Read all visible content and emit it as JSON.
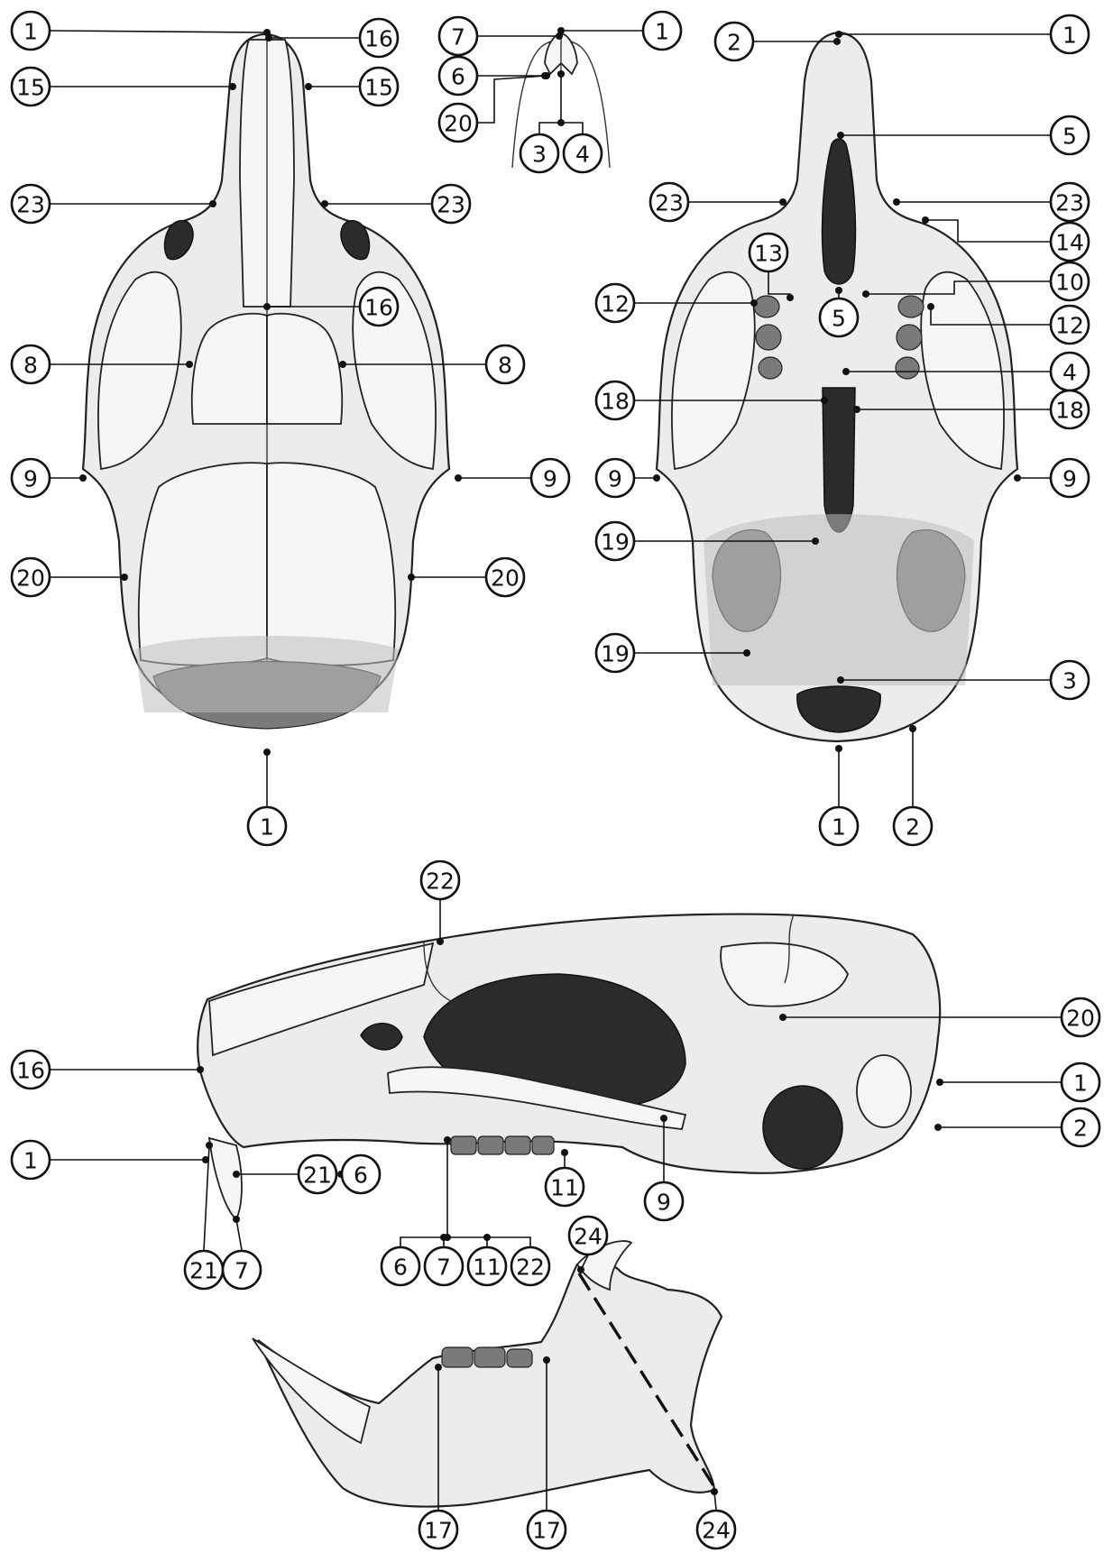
{
  "figure": {
    "views": [
      "dorsal",
      "ventral",
      "anterior-detail",
      "lateral",
      "mandible"
    ]
  },
  "callouts": {
    "dorsal": [
      {
        "n": "1"
      },
      {
        "n": "16"
      },
      {
        "n": "15"
      },
      {
        "n": "15"
      },
      {
        "n": "23"
      },
      {
        "n": "23"
      },
      {
        "n": "16"
      },
      {
        "n": "8"
      },
      {
        "n": "8"
      },
      {
        "n": "9"
      },
      {
        "n": "9"
      },
      {
        "n": "20"
      },
      {
        "n": "20"
      },
      {
        "n": "1"
      }
    ],
    "detail": [
      {
        "n": "7"
      },
      {
        "n": "1"
      },
      {
        "n": "6"
      },
      {
        "n": "20"
      },
      {
        "n": "3"
      },
      {
        "n": "4"
      }
    ],
    "ventral": [
      {
        "n": "2"
      },
      {
        "n": "1"
      },
      {
        "n": "5"
      },
      {
        "n": "23"
      },
      {
        "n": "23"
      },
      {
        "n": "13"
      },
      {
        "n": "14"
      },
      {
        "n": "12"
      },
      {
        "n": "10"
      },
      {
        "n": "5"
      },
      {
        "n": "12"
      },
      {
        "n": "4"
      },
      {
        "n": "18"
      },
      {
        "n": "18"
      },
      {
        "n": "9"
      },
      {
        "n": "9"
      },
      {
        "n": "19"
      },
      {
        "n": "19"
      },
      {
        "n": "3"
      },
      {
        "n": "1"
      },
      {
        "n": "2"
      }
    ],
    "lateral": [
      {
        "n": "22"
      },
      {
        "n": "20"
      },
      {
        "n": "16"
      },
      {
        "n": "1"
      },
      {
        "n": "2"
      },
      {
        "n": "1"
      },
      {
        "n": "21"
      },
      {
        "n": "6"
      },
      {
        "n": "11"
      },
      {
        "n": "9"
      },
      {
        "n": "21"
      },
      {
        "n": "7"
      },
      {
        "n": "6"
      },
      {
        "n": "7"
      },
      {
        "n": "11"
      },
      {
        "n": "22"
      }
    ],
    "mandible": [
      {
        "n": "24"
      },
      {
        "n": "17"
      },
      {
        "n": "17"
      },
      {
        "n": "24"
      }
    ]
  }
}
